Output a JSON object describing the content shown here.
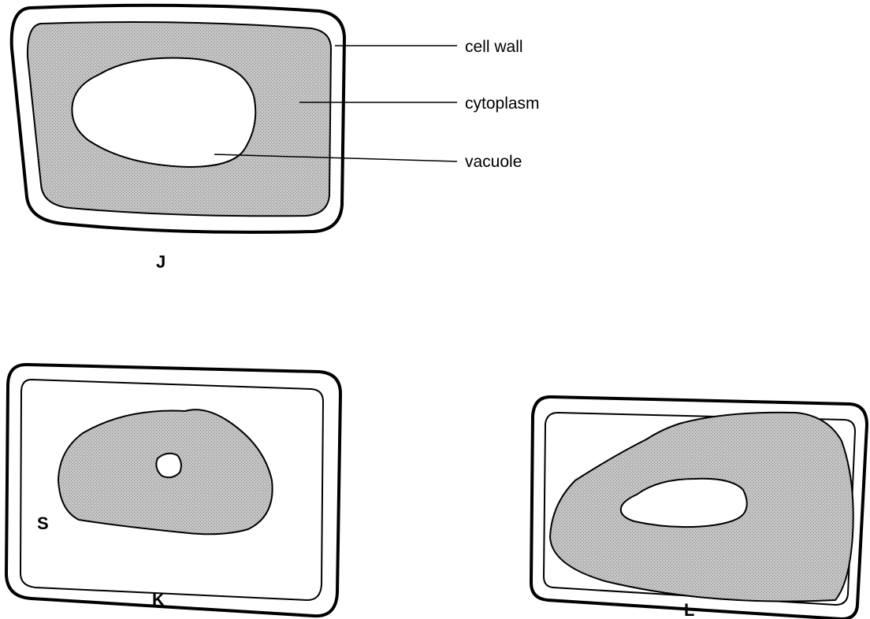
{
  "diagram": {
    "cell_j": {
      "caption": "J",
      "labels": {
        "cell_wall": "cell wall",
        "cytoplasm": "cytoplasm",
        "vacuole": "vacuole"
      }
    },
    "cell_k": {
      "caption": "K",
      "marker": "S"
    },
    "cell_l": {
      "caption": "L"
    }
  },
  "colors": {
    "outline": "#000000",
    "cytoplasm_fill": "#bdbdbd",
    "background": "#ffffff"
  }
}
